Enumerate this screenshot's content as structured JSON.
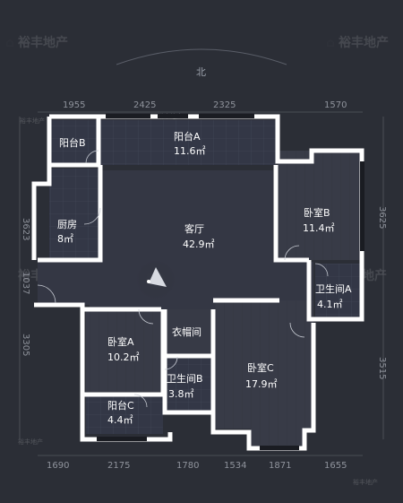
{
  "north_label": "北",
  "watermark": {
    "text": "裕丰地产",
    "small_text": "裕丰地产"
  },
  "dimensions": {
    "top": [
      "1955",
      "2425",
      "2325",
      "1570"
    ],
    "bottom": [
      "1690",
      "2175",
      "1780",
      "1534",
      "1871",
      "1655"
    ],
    "left": [
      "3623",
      "1037",
      "3305"
    ],
    "right": [
      "3625",
      "3515"
    ]
  },
  "rooms": {
    "balcony_b": {
      "name": "阳台B",
      "area": ""
    },
    "balcony_a": {
      "name": "阳台A",
      "area": "11.6㎡"
    },
    "kitchen": {
      "name": "厨房",
      "area": "8㎡"
    },
    "living_room": {
      "name": "客厅",
      "area": "42.9㎡"
    },
    "bedroom_b": {
      "name": "卧室B",
      "area": "11.4㎡"
    },
    "bathroom_a": {
      "name": "卫生间A",
      "area": "4.1㎡"
    },
    "bedroom_a": {
      "name": "卧室A",
      "area": "10.2㎡"
    },
    "cloakroom": {
      "name": "衣帽间",
      "area": ""
    },
    "bathroom_b": {
      "name": "卫生间B",
      "area": "3.8㎡"
    },
    "bedroom_c": {
      "name": "卧室C",
      "area": "17.9㎡"
    },
    "balcony_c": {
      "name": "阳台C",
      "area": "4.4㎡"
    }
  },
  "colors": {
    "background": "#2b2e36",
    "wall": "#ffffff",
    "floor": "#3a3d48",
    "tile": "#2f3240"
  },
  "icons": {
    "brand_logo": "brand-logo-icon",
    "compass": "compass-icon"
  }
}
